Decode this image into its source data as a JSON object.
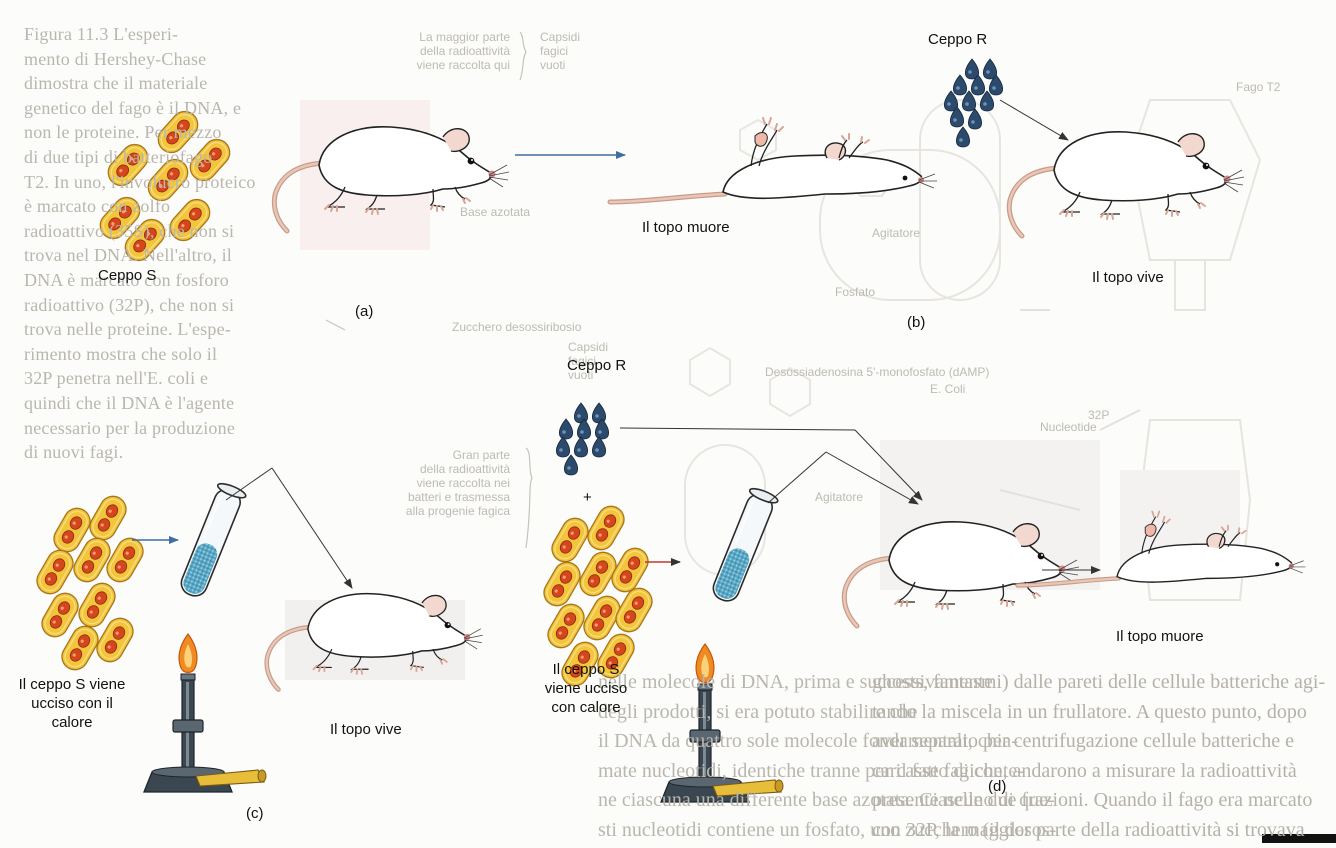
{
  "labels": {
    "ceppo_s_a": "Ceppo S",
    "panel_a": "(a)",
    "death_a": "Il topo muore",
    "ceppo_r_b": "Ceppo R",
    "panel_b": "(b)",
    "live_b": "Il topo vive",
    "ceppo_r_d": "Ceppo R",
    "plus": "+",
    "heat_c": "Il ceppo S viene ucciso con il calore",
    "panel_c": "(c)",
    "live_c": "Il topo vive",
    "heat_d": "Il ceppo S viene ucciso con calore",
    "panel_d": "(d)",
    "death_d": "Il topo muore"
  },
  "background_text": {
    "side_column": [
      "Figura 11.3 L'esperi-",
      "mento di Hershey-Chase",
      "dimostra che il materiale",
      "genetico del fago è il DNA, e",
      "non le proteine. Per mezzo",
      "di due tipi di batteriofago",
      "T2. In uno, l'involucro proteico",
      "è marcato con zolfo",
      "radioattivo (35S), che non si",
      "trova nel DNA. Nell'altro, il",
      "DNA è marcato con fosforo",
      "radioattivo (32P), che non si",
      "trova nelle proteine. L'espe-",
      "rimento mostra che solo il",
      "32P penetra nell'E. coli e",
      "quindi che il DNA è l'agente",
      "necessario per la produzione",
      "di nuovi fagi."
    ],
    "bottom_left": [
      "nelle molecole di DNA, prima e successivamente",
      "degli prodotti, si era potuto stabilire che",
      "il DNA da quattro sole molecole fondamentali, chia-",
      "mate nucleotidi, identiche tranne per il fatto di conte-",
      "ne ciascuna una differente base azotata. Ciascuno di que-",
      "sti nucleotidi contiene un fosfato, uno zucchero (il desos-"
    ],
    "bottom_right": [
      "ghosts, fantasmi) dalle pareti delle cellule batteriche agi-",
      "tando la miscela in un frullatore. A questo punto, dopo",
      "aver separato per centrifugazione cellule batteriche e",
      "carcasse fagiche, andarono a misurare la radioattività",
      "presente nelle due frazioni. Quando il fago era marcato",
      "con 32P, la maggior parte della radioattività si trovava"
    ],
    "note_top": [
      "La maggior parte",
      "della radioattività",
      "viene raccolta qui"
    ],
    "note_top_side": [
      "Capsidi",
      "fagici",
      "vuoti"
    ],
    "note_mid": [
      "Gran parte",
      "della radioattività",
      "viene raccolta nei",
      "batteri e trasmessa",
      "alla progenie fagica"
    ],
    "note_mid_side": [
      "Capsidi",
      "fagici",
      "vuoti"
    ],
    "misc": [
      "Agitatore",
      "Agitatore",
      "Fago T2",
      "Zucchero desossiribosio",
      "Desossiadenosina 5'-monofosfato (dAMP)",
      "E. Coli",
      "Nucleotide",
      "Fosfato",
      "Base azotata",
      "32P"
    ]
  },
  "colors": {
    "capsule_fill": "#f2c53c",
    "capsule_edge": "#c98a1f",
    "capsule_core": "#d9451a",
    "drop_fill": "#2c4a6b",
    "flame": "#ef7a1c",
    "burner": "#3b4750",
    "liquid": "#4fa0c0",
    "arrow": "#4e7fae"
  }
}
